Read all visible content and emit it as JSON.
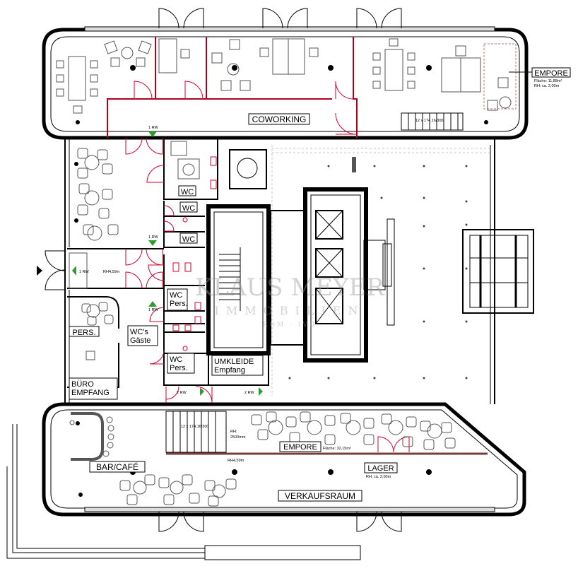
{
  "rooms": {
    "coworking": "COWORKING",
    "empore_top": "EMPORE",
    "empore_top_area": "Fläche: 11,88m²",
    "empore_top_rh": "RH: ca. 2,00m",
    "wc_1": "WC",
    "wc_2": "WC",
    "wc_3": "WC",
    "wc_pers": "WC\nPers.",
    "wcs_gaeste": "WC's\nGäste",
    "wc_pers_2": "WC\nPers.",
    "umkleide": "UMKLEIDE\nEmpfang",
    "pers": "PERS.",
    "buero": "BÜRO\nEMPFANG",
    "bar": "BAR/CAFÉ",
    "empore_bottom": "EMPORE",
    "empore_bottom_area": "Fläche: 32,15m²",
    "lager": "LAGER",
    "lager_rh": "RH: ca. 2,00m",
    "verkaufsraum": "VERKAUFSRAUM"
  },
  "annotations": {
    "rw_1": "1 RW",
    "rw_2": "1 RW",
    "rw_3": "1 RW",
    "rw_4": "1 RW",
    "rw_5": "2 RW",
    "rw_6": "2 RW",
    "rh_mid": "RH4,59m",
    "rh_bottom": "RH4,59m",
    "stair_top": "12 x 174.16/300",
    "stair_bottom": "12 x 174.16/300",
    "rh_stair": "RH:",
    "rh_stair_val": "2500mm"
  },
  "watermark": {
    "line1": "KLAUS MEYER",
    "line2": "IMMOBILIEN",
    "line3": "ROM · IVD"
  },
  "colors": {
    "wall": "#000000",
    "door": "#d4002a",
    "exit_arrow": "#2e9b2e",
    "furniture": "#555555"
  }
}
